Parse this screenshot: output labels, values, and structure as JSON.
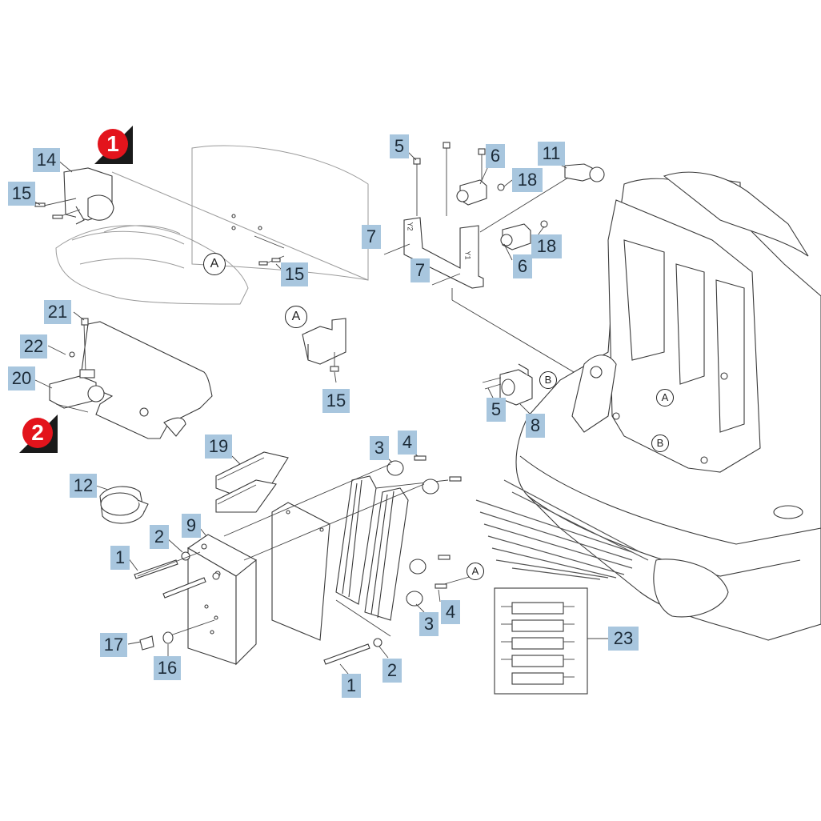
{
  "views": [
    {
      "id": "view-1",
      "label": "1"
    },
    {
      "id": "view-2",
      "label": "2"
    }
  ],
  "refs": {
    "a_left": "A",
    "a_bracket": "A",
    "a_machine": "A",
    "a_small": "A",
    "b_switch": "B",
    "b_machine": "B"
  },
  "parts": [
    {
      "id": "p14",
      "label": "14"
    },
    {
      "id": "p15a",
      "label": "15"
    },
    {
      "id": "p15b",
      "label": "15"
    },
    {
      "id": "p15c",
      "label": "15"
    },
    {
      "id": "p21",
      "label": "21"
    },
    {
      "id": "p22",
      "label": "22"
    },
    {
      "id": "p20",
      "label": "20"
    },
    {
      "id": "p5a",
      "label": "5"
    },
    {
      "id": "p6a",
      "label": "6"
    },
    {
      "id": "p11",
      "label": "11"
    },
    {
      "id": "p18a",
      "label": "18"
    },
    {
      "id": "p7a",
      "label": "7"
    },
    {
      "id": "p18b",
      "label": "18"
    },
    {
      "id": "p7b",
      "label": "7"
    },
    {
      "id": "p6b",
      "label": "6"
    },
    {
      "id": "p5b",
      "label": "5"
    },
    {
      "id": "p8",
      "label": "8"
    },
    {
      "id": "p19",
      "label": "19"
    },
    {
      "id": "p3a",
      "label": "3"
    },
    {
      "id": "p4a",
      "label": "4"
    },
    {
      "id": "p12",
      "label": "12"
    },
    {
      "id": "p9",
      "label": "9"
    },
    {
      "id": "p2a",
      "label": "2"
    },
    {
      "id": "p1a",
      "label": "1"
    },
    {
      "id": "p3b",
      "label": "3"
    },
    {
      "id": "p4b",
      "label": "4"
    },
    {
      "id": "p17",
      "label": "17"
    },
    {
      "id": "p16",
      "label": "16"
    },
    {
      "id": "p1b",
      "label": "1"
    },
    {
      "id": "p2b",
      "label": "2"
    },
    {
      "id": "p23",
      "label": "23"
    }
  ],
  "bracket_marks": {
    "y1": "Y1",
    "y2": "Y2"
  }
}
